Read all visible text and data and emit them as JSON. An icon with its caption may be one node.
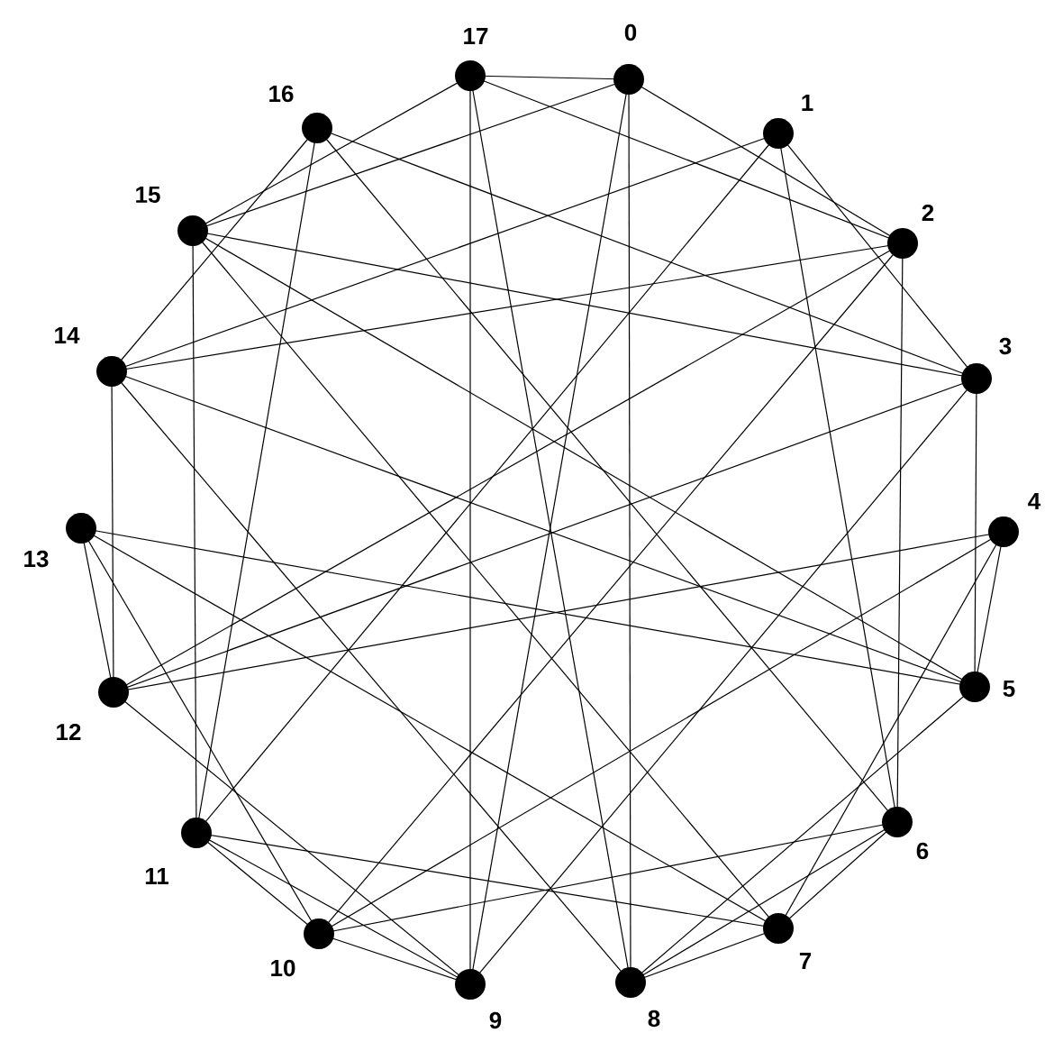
{
  "diagram": {
    "nodes": [
      {
        "text": [
          "0"
        ]
      },
      {
        "text": [
          "1"
        ]
      },
      {
        "text": [
          "2"
        ]
      },
      {
        "text": [
          "3"
        ]
      },
      {
        "text": [
          "4"
        ]
      },
      {
        "text": [
          "5"
        ]
      },
      {
        "text": [
          "6"
        ]
      },
      {
        "text": [
          "7"
        ]
      },
      {
        "text": [
          "8"
        ]
      },
      {
        "text": [
          "9"
        ]
      },
      {
        "text": [
          "10"
        ]
      },
      {
        "text": [
          "11"
        ]
      },
      {
        "text": [
          "12"
        ]
      },
      {
        "text": [
          "13"
        ]
      },
      {
        "text": [
          "14"
        ]
      },
      {
        "text": [
          "15"
        ]
      },
      {
        "text": [
          "16"
        ]
      },
      {
        "text": [
          "17"
        ]
      }
    ],
    "edges": [
      {
        "from": 0,
        "to": 17,
        "arrow": "none"
      },
      {
        "from": 0,
        "to": 8,
        "arrow": "none"
      },
      {
        "from": 0,
        "to": 2,
        "arrow": "none"
      },
      {
        "from": 0,
        "to": 15,
        "arrow": "none"
      },
      {
        "from": 0,
        "to": 9,
        "arrow": "none"
      },
      {
        "from": 17,
        "to": 9,
        "arrow": "none"
      },
      {
        "from": 17,
        "to": 15,
        "arrow": "none"
      },
      {
        "from": 17,
        "to": 2,
        "arrow": "none"
      },
      {
        "from": 17,
        "to": 8,
        "arrow": "none"
      },
      {
        "from": 1,
        "to": 3,
        "arrow": "none"
      },
      {
        "from": 1,
        "to": 14,
        "arrow": "none"
      },
      {
        "from": 1,
        "to": 11,
        "arrow": "none"
      },
      {
        "from": 1,
        "to": 6,
        "arrow": "none"
      },
      {
        "from": 16,
        "to": 14,
        "arrow": "none"
      },
      {
        "from": 16,
        "to": 3,
        "arrow": "none"
      },
      {
        "from": 16,
        "to": 6,
        "arrow": "none"
      },
      {
        "from": 16,
        "to": 11,
        "arrow": "none"
      },
      {
        "from": 2,
        "to": 14,
        "arrow": "none"
      },
      {
        "from": 2,
        "to": 12,
        "arrow": "none"
      },
      {
        "from": 2,
        "to": 10,
        "arrow": "none"
      },
      {
        "from": 2,
        "to": 6,
        "arrow": "none"
      },
      {
        "from": 15,
        "to": 3,
        "arrow": "none"
      },
      {
        "from": 15,
        "to": 5,
        "arrow": "none"
      },
      {
        "from": 15,
        "to": 7,
        "arrow": "none"
      },
      {
        "from": 15,
        "to": 11,
        "arrow": "none"
      },
      {
        "from": 3,
        "to": 12,
        "arrow": "none"
      },
      {
        "from": 3,
        "to": 9,
        "arrow": "none"
      },
      {
        "from": 3,
        "to": 5,
        "arrow": "none"
      },
      {
        "from": 14,
        "to": 5,
        "arrow": "none"
      },
      {
        "from": 14,
        "to": 8,
        "arrow": "none"
      },
      {
        "from": 14,
        "to": 12,
        "arrow": "none"
      },
      {
        "from": 4,
        "to": 5,
        "arrow": "none"
      },
      {
        "from": 4,
        "to": 12,
        "arrow": "none"
      },
      {
        "from": 4,
        "to": 10,
        "arrow": "none"
      },
      {
        "from": 4,
        "to": 7,
        "arrow": "none"
      },
      {
        "from": 13,
        "to": 12,
        "arrow": "none"
      },
      {
        "from": 13,
        "to": 5,
        "arrow": "none"
      },
      {
        "from": 13,
        "to": 7,
        "arrow": "none"
      },
      {
        "from": 13,
        "to": 10,
        "arrow": "none"
      },
      {
        "from": 5,
        "to": 8,
        "arrow": "none"
      },
      {
        "from": 12,
        "to": 9,
        "arrow": "none"
      },
      {
        "from": 6,
        "to": 8,
        "arrow": "none"
      },
      {
        "from": 6,
        "to": 7,
        "arrow": "none"
      },
      {
        "from": 6,
        "to": 10,
        "arrow": "none"
      },
      {
        "from": 11,
        "to": 9,
        "arrow": "none"
      },
      {
        "from": 11,
        "to": 10,
        "arrow": "none"
      },
      {
        "from": 11,
        "to": 7,
        "arrow": "none"
      },
      {
        "from": 7,
        "to": 8,
        "arrow": "none"
      },
      {
        "from": 10,
        "to": 9,
        "arrow": "none"
      }
    ]
  }
}
